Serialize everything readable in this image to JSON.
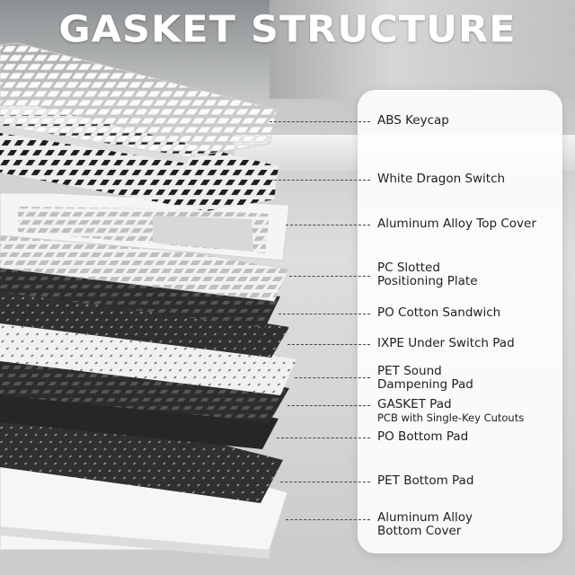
{
  "title": "GASKET STRUCTURE",
  "colors": {
    "white_layer": "#f4f4f4",
    "black_layer": "#2b2b2b",
    "panel": "#ffffff",
    "leader": "#444444"
  },
  "layers": [
    {
      "label": "ABS Keycap"
    },
    {
      "label": "White Dragon Switch"
    },
    {
      "label": "Aluminum Alloy Top Cover"
    },
    {
      "label": "PC Slotted",
      "label2": "Positioning Plate"
    },
    {
      "label": "PO Cotton Sandwich"
    },
    {
      "label": "IXPE Under Switch Pad"
    },
    {
      "label": "PET Sound",
      "label2": "Dampening Pad"
    },
    {
      "label": "GASKET Pad",
      "label2": "PCB with Single-Key Cutouts"
    },
    {
      "label": "PO Bottom Pad"
    },
    {
      "label": "PET Bottom Pad"
    },
    {
      "label": "Aluminum Alloy",
      "label2": "Bottom Cover"
    }
  ]
}
